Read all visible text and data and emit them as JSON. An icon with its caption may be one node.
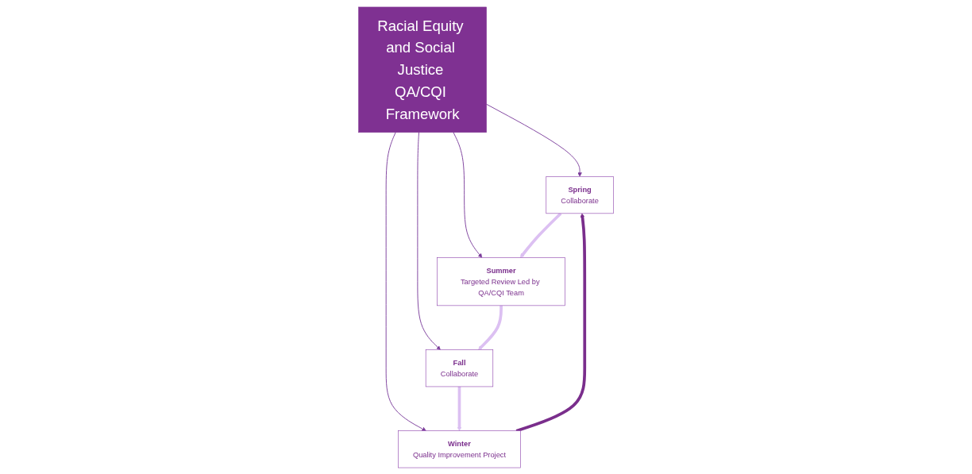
{
  "diagram": {
    "nodes": [
      {
        "text": [
          "Racial Equity and Social Justice QA/CQI Framework"
        ]
      },
      {
        "text": [
          "Spring",
          "Collaborate"
        ]
      },
      {
        "text": [
          "Summer",
          "Targeted Review Led by QA/CQI Team"
        ]
      },
      {
        "text": [
          "Fall",
          "Collaborate"
        ]
      },
      {
        "text": [
          "Winter",
          "Quality Improvement Project"
        ]
      }
    ],
    "edges": [
      {
        "from": 0,
        "to": 1,
        "arrow": "to"
      },
      {
        "from": 0,
        "to": 2,
        "arrow": "to"
      },
      {
        "from": 0,
        "to": 3,
        "arrow": "to"
      },
      {
        "from": 0,
        "to": 4,
        "arrow": "to"
      },
      {
        "from": 1,
        "to": 2,
        "arrow": "to",
        "style": "thick",
        "color": "#dcc0f2"
      },
      {
        "from": 2,
        "to": 3,
        "arrow": "to",
        "style": "thick",
        "color": "#dcc0f2"
      },
      {
        "from": 3,
        "to": 4,
        "arrow": "to",
        "style": "thick",
        "color": "#dcc0f2"
      },
      {
        "from": 4,
        "to": 1,
        "arrow": "to",
        "style": "thick",
        "color": "#7a2e8c"
      }
    ]
  }
}
